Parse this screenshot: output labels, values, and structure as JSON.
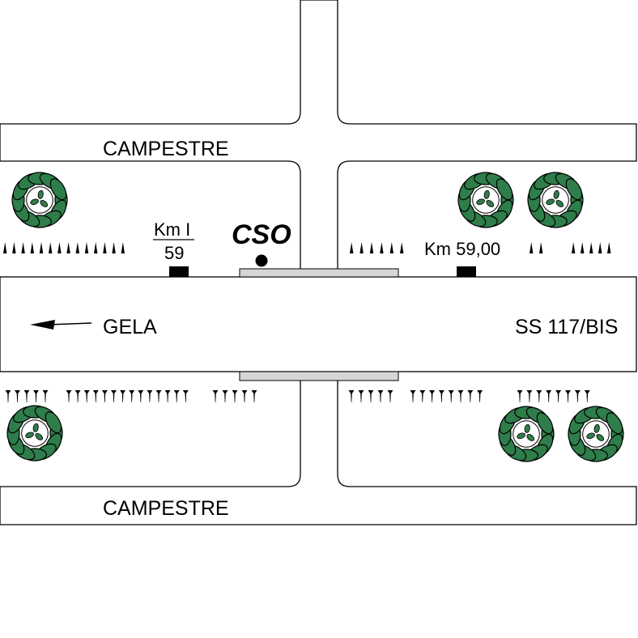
{
  "labels": {
    "campestre_top": "CAMPESTRE",
    "campestre_bottom": "CAMPESTRE",
    "gela": "GELA",
    "ss": "SS 117/BIS",
    "km_left_top": "Km I",
    "km_left_bottom": "59",
    "km_right": "Km 59,00",
    "cso": "CSO"
  },
  "colors": {
    "line": "#000000",
    "tree_leaf": "#2e7d4a",
    "bridge": "#d6d6d6",
    "marker": "#000000"
  },
  "icons": {
    "tree": "tree-icon",
    "grass": "grass-tuft-icon",
    "arrow": "arrow-left-icon",
    "marker": "km-marker-icon",
    "point": "cso-point-icon"
  }
}
